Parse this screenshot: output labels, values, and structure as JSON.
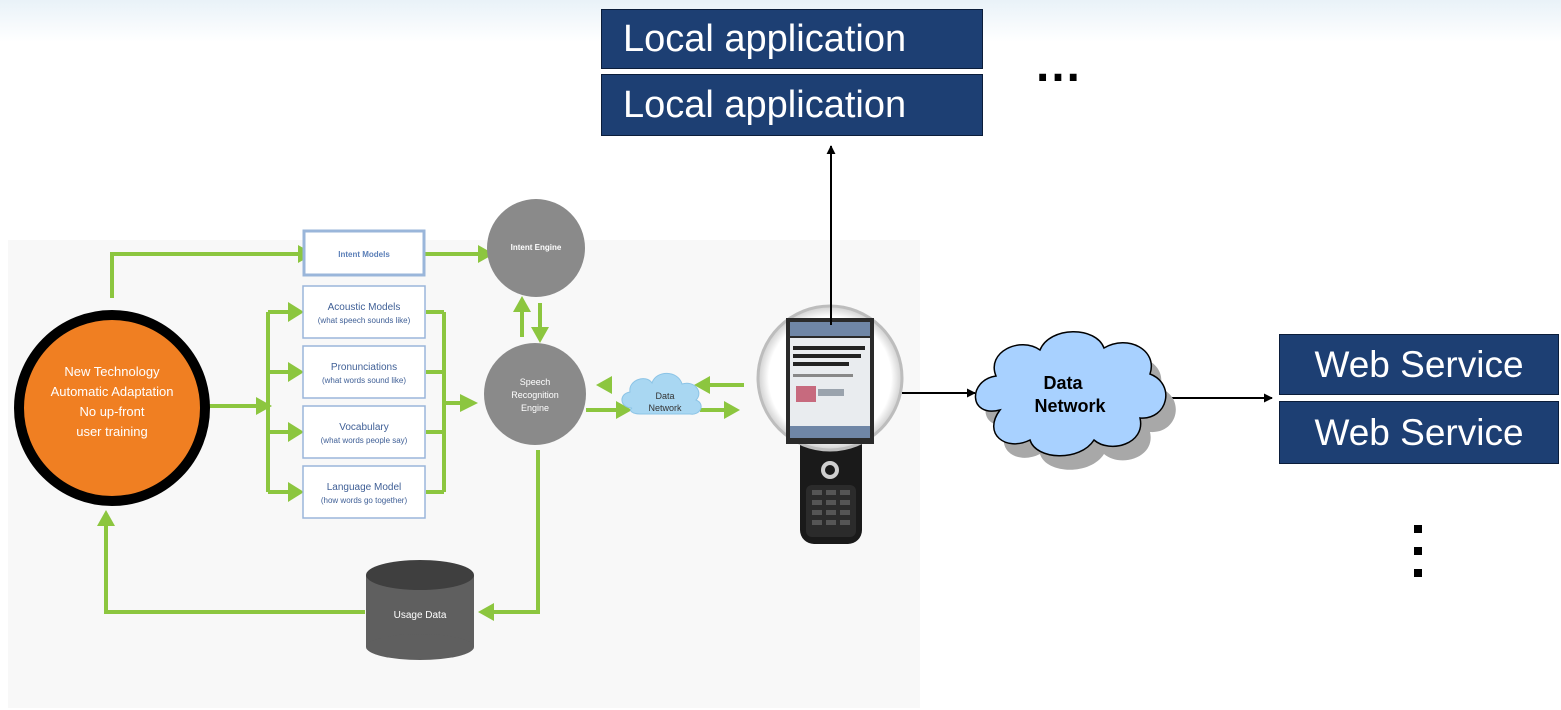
{
  "local_apps": [
    "Local application",
    "Local application"
  ],
  "top_ellipsis": "…",
  "web_services": [
    "Web Service",
    "Web Service"
  ],
  "data_network_cloud": {
    "line1": "Data",
    "line2": "Network"
  },
  "engine": {
    "circle_lines": [
      "New Technology",
      "Automatic Adaptation",
      "No up-front",
      "user training"
    ],
    "intent_models": "Intent Models",
    "intent_engine": "Intent Engine",
    "models": [
      {
        "name": "Acoustic Models",
        "desc": "(what speech sounds like)"
      },
      {
        "name": "Pronunciations",
        "desc": "(what words sound like)"
      },
      {
        "name": "Vocabulary",
        "desc": "(what words people say)"
      },
      {
        "name": "Language Model",
        "desc": "(how words go together)"
      }
    ],
    "speech_engine_lines": [
      "Speech",
      "Recognition",
      "Engine"
    ],
    "small_cloud_lines": [
      "Data",
      "Network"
    ],
    "usage_data": "Usage Data"
  },
  "colors": {
    "navy": "#1d3f73",
    "green": "#8cc63f",
    "orange": "#f07f22",
    "gray": "#8a8a8a",
    "dark_gray": "#5f5f5f",
    "cloud_blue": "#a8d1ff",
    "small_cloud": "#a9d7f2",
    "box_border": "#9ab6da",
    "label_blue": "#5b7fb8"
  }
}
